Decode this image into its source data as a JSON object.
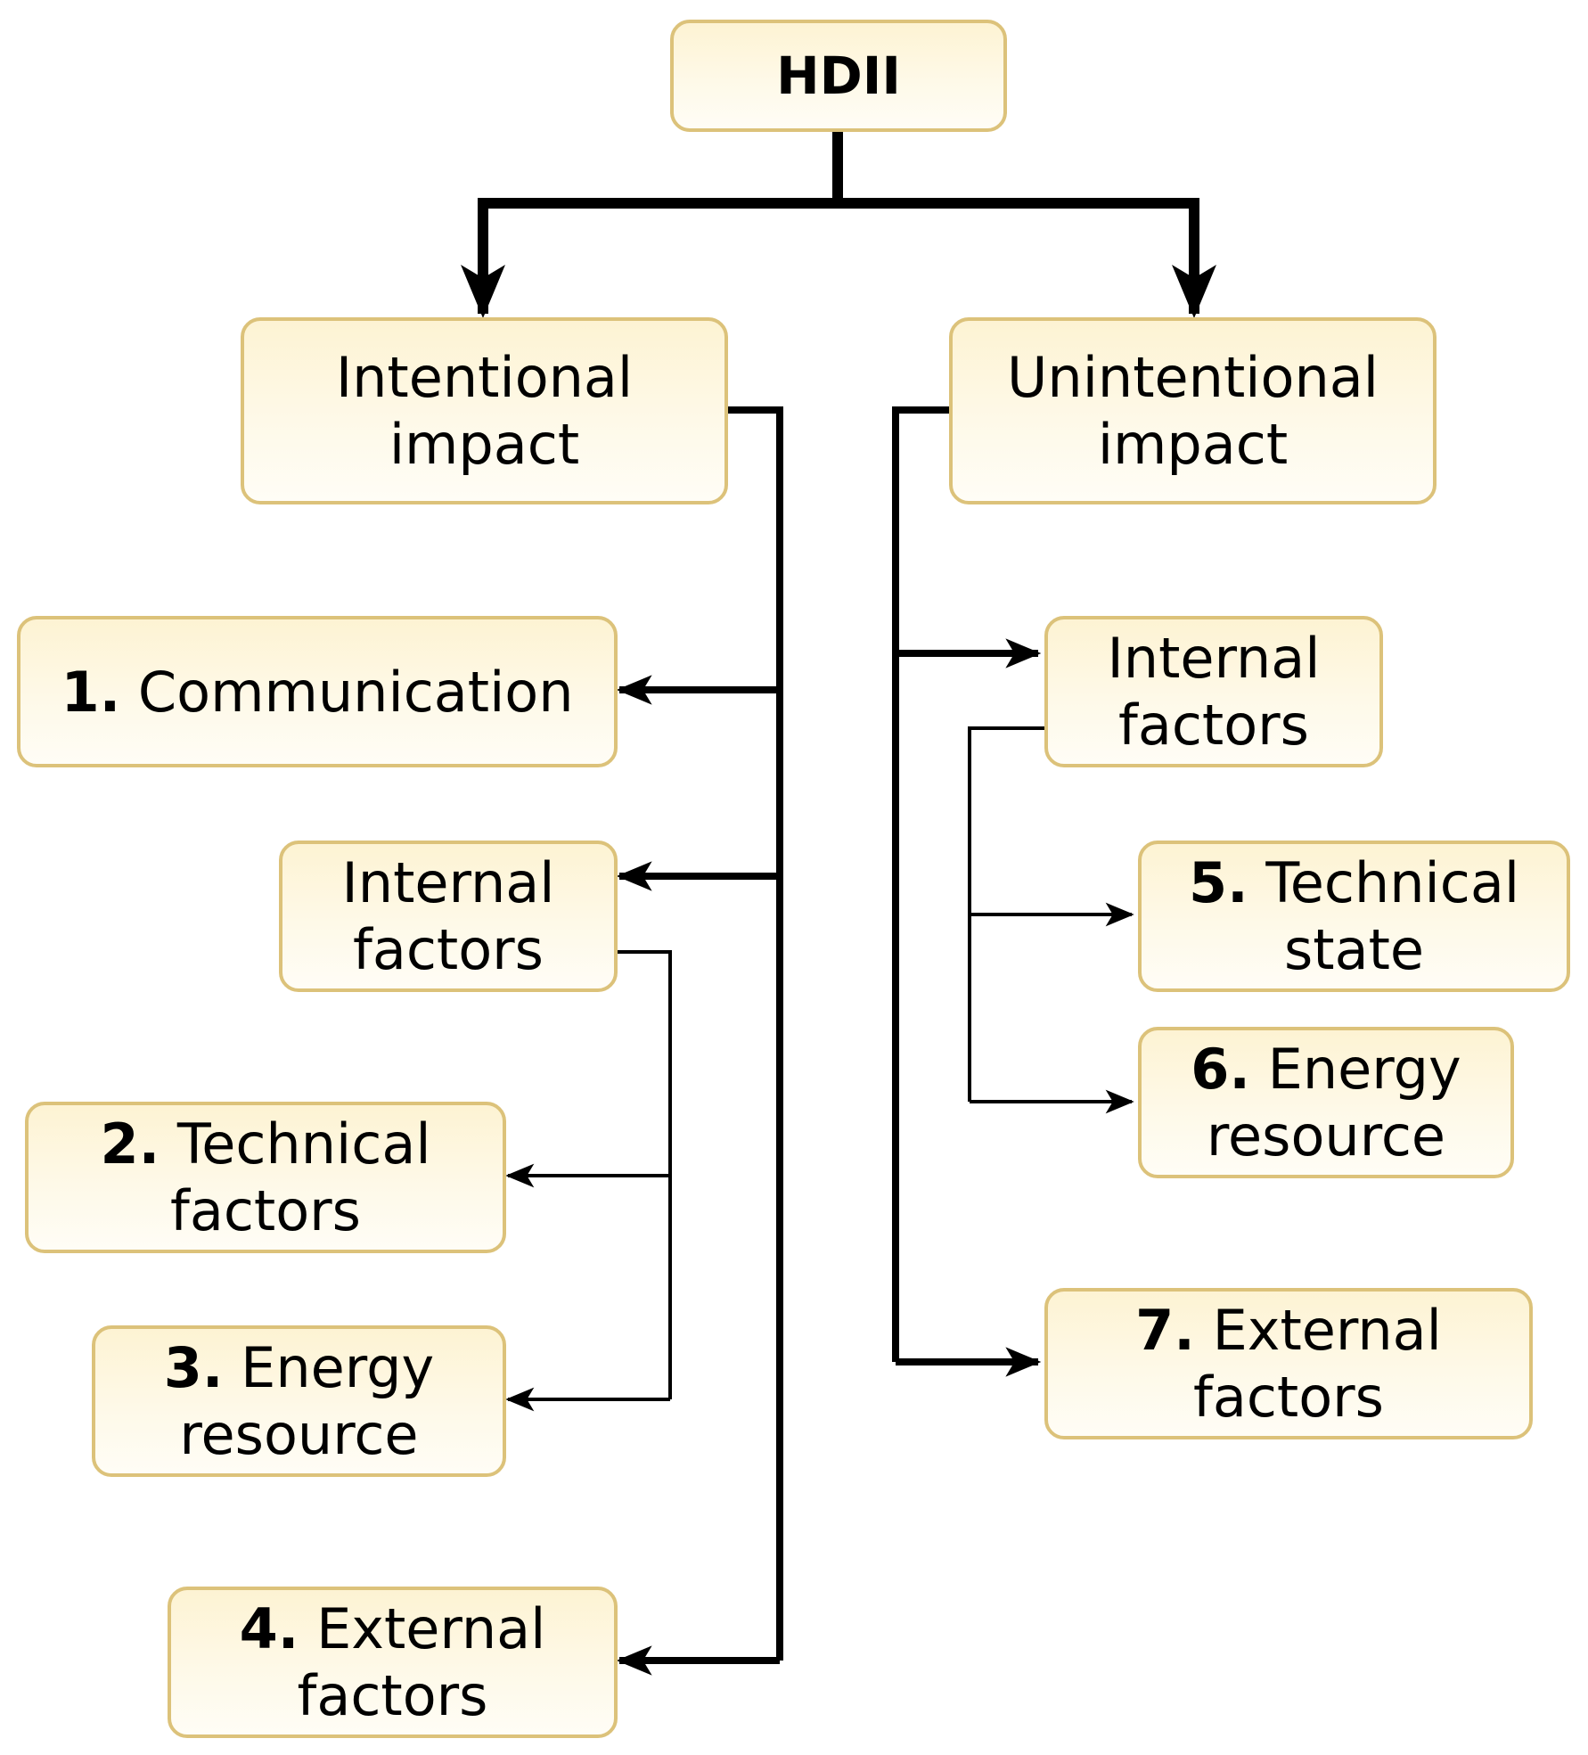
{
  "nodes": {
    "root": {
      "label": "HDII"
    },
    "intentional": {
      "line1": "Intentional",
      "line2": "impact"
    },
    "unintentional": {
      "line1": "Unintentional",
      "line2": "impact"
    },
    "communication": {
      "number": "1.",
      "line1": "Communication"
    },
    "internal_left": {
      "line1": "Internal",
      "line2": "factors"
    },
    "technical_factors": {
      "number": "2.",
      "line1": "Technical",
      "line2": "factors"
    },
    "energy_left": {
      "number": "3.",
      "line1": "Energy",
      "line2": "resource"
    },
    "external_left": {
      "number": "4.",
      "line1": "External",
      "line2": "factors"
    },
    "internal_right": {
      "line1": "Internal",
      "line2": "factors"
    },
    "technical_state": {
      "number": "5.",
      "line1": "Technical",
      "line2": "state"
    },
    "energy_right": {
      "number": "6.",
      "line1": "Energy",
      "line2": "resource"
    },
    "external_right": {
      "number": "7.",
      "line1": "External",
      "line2": "factors"
    }
  },
  "colors": {
    "box_border": "#dcc27a",
    "box_fill_top": "#fdf3d3",
    "box_fill_bottom": "#fffdf6",
    "connector": "#000000"
  }
}
